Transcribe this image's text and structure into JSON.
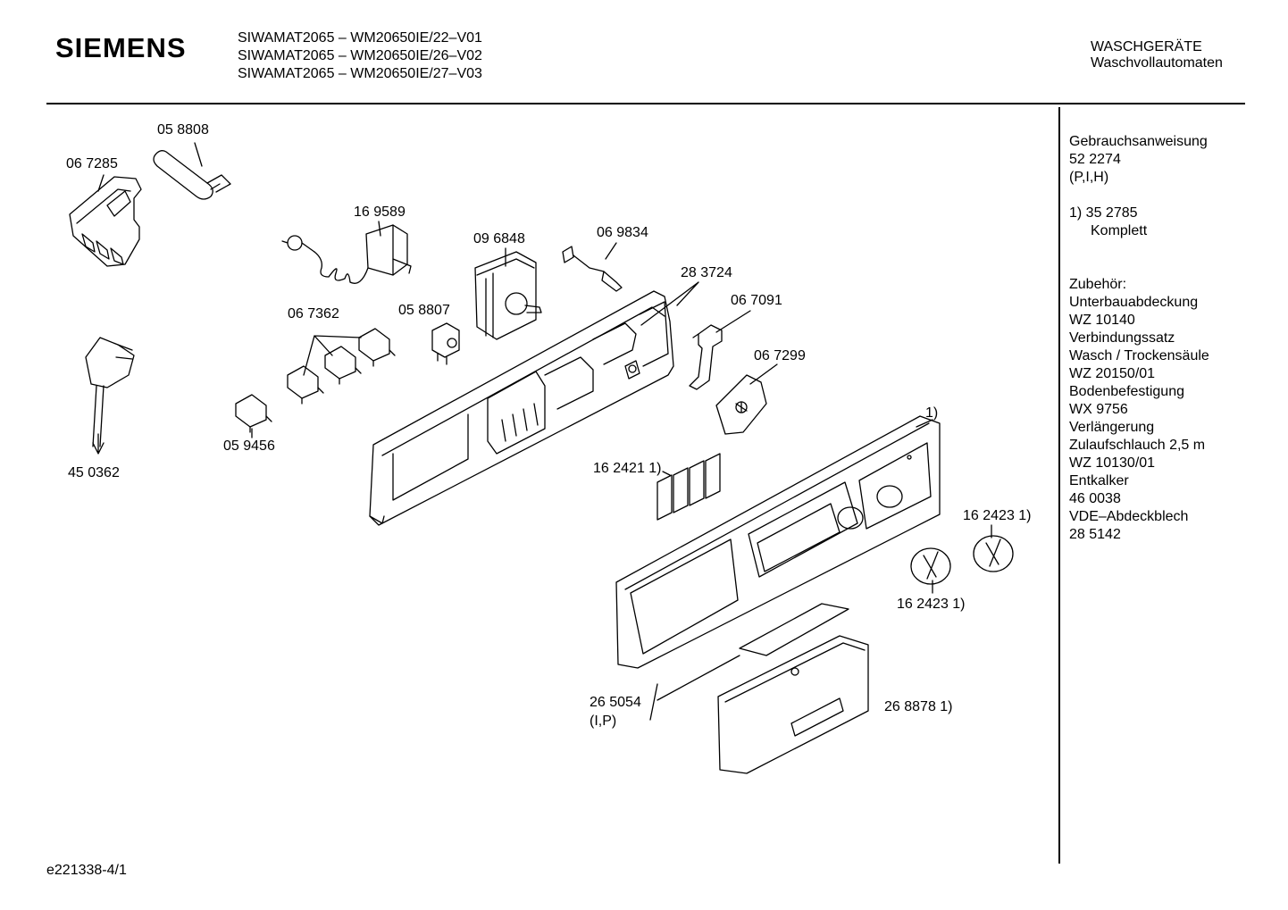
{
  "header": {
    "brand": "SIEMENS",
    "models": [
      "SIWAMAT2065 – WM20650IE/22–V01",
      "SIWAMAT2065 – WM20650IE/26–V02",
      "SIWAMAT2065 – WM20650IE/27–V03"
    ],
    "category": "WASCHGERÄTE",
    "subcategory": "Waschvollautomaten"
  },
  "sidebar": {
    "manual_label": "Gebrauchsanweisung",
    "manual_number": "52 2274",
    "manual_langs": "(P,I,H)",
    "note_number": "1) 35 2785",
    "note_text": "Komplett",
    "accessories_title": "Zubehör:",
    "accessories": [
      "Unterbauabdeckung",
      "WZ 10140",
      "Verbindungssatz",
      "Wasch / Trockensäule",
      "WZ 20150/01",
      "Bodenbefestigung",
      "WX 9756",
      "Verlängerung",
      "Zulaufschlauch 2,5 m",
      "WZ 10130/01",
      "Entkalker",
      "46 0038",
      "VDE–Abdeckblech",
      "28 5142"
    ]
  },
  "parts": [
    {
      "label": "05 8808"
    },
    {
      "label": "06 7285"
    },
    {
      "label": "16 9589"
    },
    {
      "label": "09 6848"
    },
    {
      "label": "06 9834"
    },
    {
      "label": "28 3724"
    },
    {
      "label": "06 7091"
    },
    {
      "label": "06 7362"
    },
    {
      "label": "05 8807"
    },
    {
      "label": "06 7299"
    },
    {
      "label": "1)"
    },
    {
      "label": "05 9456"
    },
    {
      "label": "45 0362"
    },
    {
      "label": "16 2421 1)"
    },
    {
      "label": "16 2423 1)"
    },
    {
      "label": "16 2423 1)"
    },
    {
      "label": "26 5054"
    },
    {
      "label": "(I,P)"
    },
    {
      "label": "26 8878 1)"
    }
  ],
  "footer": {
    "code": "e221338-4/1"
  }
}
